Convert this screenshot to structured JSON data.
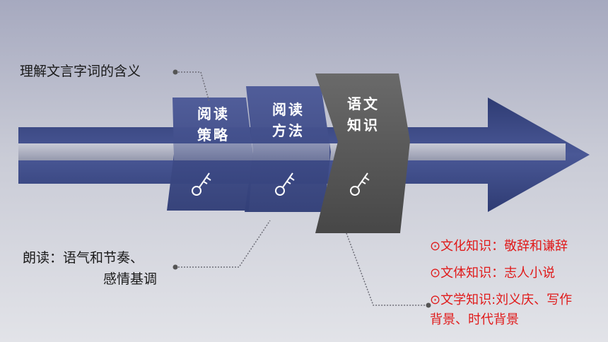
{
  "tabs": [
    {
      "line1": "阅读",
      "line2": "策略"
    },
    {
      "line1": "阅读",
      "line2": "方法"
    },
    {
      "line1": "语文",
      "line2": "知识"
    }
  ],
  "left_notes": {
    "top": "理解文言字词的含义",
    "bottom_line1": "朗读：语气和节奏、",
    "bottom_line2": "感情基调"
  },
  "right_notes": [
    "⊙文化知识：敬辞和谦辞",
    "⊙文体知识：志人小说",
    "⊙文学知识:刘义庆、写作",
    "背景、时代背景"
  ],
  "colors": {
    "arrow": "#3b4a82",
    "tab_blue": "#404d8a",
    "tab_gray": "#585858",
    "highlight": "#e01a1a"
  },
  "icons": [
    "key-icon",
    "key-icon",
    "key-icon"
  ]
}
